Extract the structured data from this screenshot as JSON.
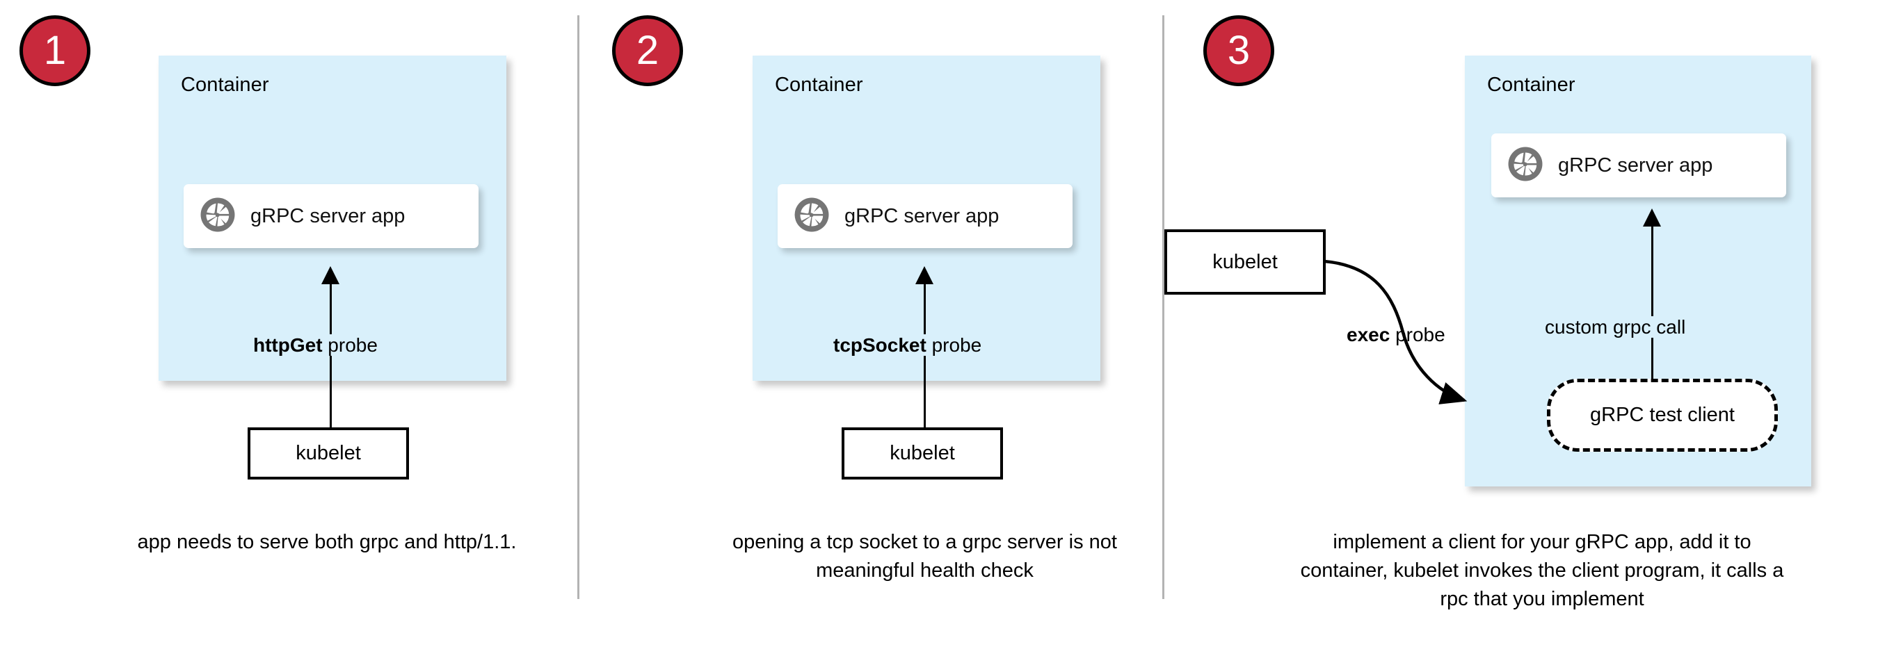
{
  "diagram": {
    "title": "Kubernetes gRPC health probe approaches",
    "colors": {
      "badge_fill": "#c8293c",
      "badge_border": "#000000",
      "badge_text": "#ffffff",
      "container_fill": "#d9f0fb",
      "card_fill": "#ffffff",
      "stroke": "#000000",
      "divider": "#b3b3b3",
      "grpc_logo_gray": "#757575"
    },
    "icons": {
      "grpc_logo": "grpc-aperture-icon"
    }
  },
  "panels": [
    {
      "badge": "1",
      "container_label": "Container",
      "app_label": "gRPC server app",
      "probe_label_bold": "httpGet",
      "probe_label_rest": " probe",
      "source_label": "kubelet",
      "caption": "app needs to serve both grpc and http/1.1."
    },
    {
      "badge": "2",
      "container_label": "Container",
      "app_label": "gRPC server app",
      "probe_label_bold": "tcpSocket",
      "probe_label_rest": " probe",
      "source_label": "kubelet",
      "caption": "opening a tcp socket to a grpc server is not meaningful health check"
    },
    {
      "badge": "3",
      "container_label": "Container",
      "app_label": "gRPC server app",
      "probe_label_bold": "exec",
      "probe_label_rest": " probe",
      "source_label": "kubelet",
      "client_label": "gRPC test client",
      "inner_call_label": "custom grpc call",
      "caption": "implement a client for your gRPC app, add it to container, kubelet invokes the client program, it calls a rpc that you implement"
    }
  ]
}
